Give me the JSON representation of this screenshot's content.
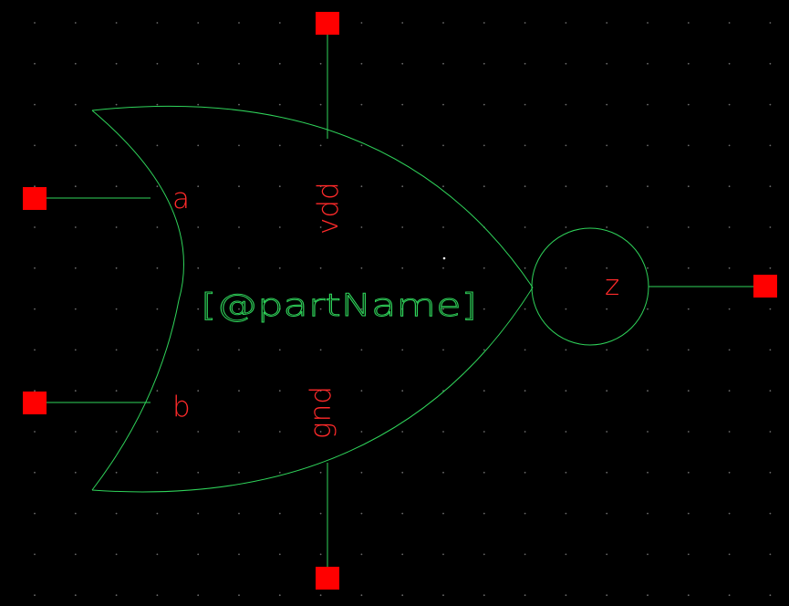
{
  "colors": {
    "background": "#000000",
    "grid_dot": "#6a6a6a",
    "wire": "#2fd35a",
    "pin": "#ff0000",
    "pin_label": "#ff2a2a",
    "part_label": "#2fd35a"
  },
  "symbol": {
    "type": "OR gate (inverted output, NOR)",
    "part_label": "[@partName]",
    "pins": {
      "input_a": "a",
      "input_b": "b",
      "output": "z",
      "supply": "vdd",
      "ground": "gnd"
    }
  }
}
